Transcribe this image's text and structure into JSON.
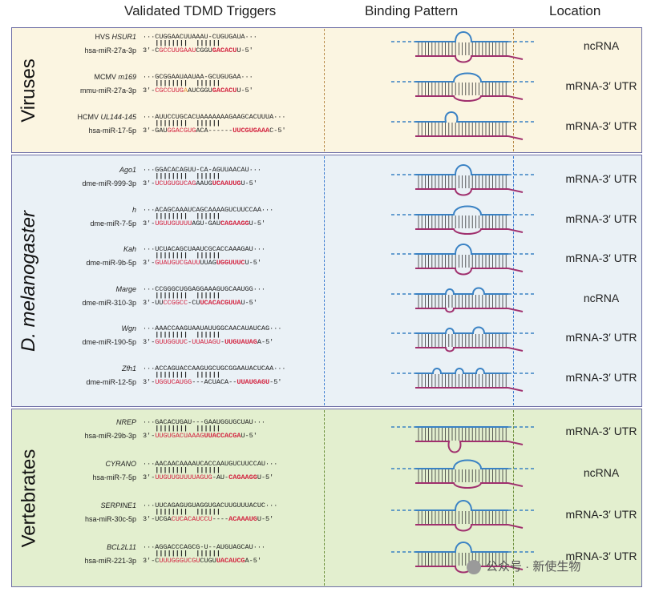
{
  "headers": {
    "triggers": "Validated TDMD Triggers",
    "pattern": "Binding Pattern",
    "location": "Location"
  },
  "groups": [
    {
      "name": "Viruses",
      "rows": [
        {
          "host": "HVS",
          "gene": "HSUR1",
          "top": "···CUGGAACUUAAAU-CUGUGAUA···",
          "mir": "hsa-miR-27a-3p",
          "bot": [
            [
              "3'-C",
              ""
            ],
            [
              "GCCUUGAAU",
              "r"
            ],
            [
              "CGGU",
              ""
            ],
            [
              "GACACU",
              "rb"
            ],
            [
              "U-5'",
              ""
            ]
          ],
          "location": "ncRNA",
          "pattern": "bulge"
        },
        {
          "host": "MCMV",
          "gene": "m169",
          "top": "···GCGGAAUAAUAA-GCUGUGAA···",
          "mir": "mmu-miR-27a-3p",
          "bot": [
            [
              "3'-",
              ""
            ],
            [
              "CGCCUUG",
              "r"
            ],
            [
              "A",
              "o"
            ],
            [
              "AUCGGU",
              ""
            ],
            [
              "GACACU",
              "rb"
            ],
            [
              "U-5'",
              ""
            ]
          ],
          "location": "mRNA-3′ UTR",
          "pattern": "loop"
        },
        {
          "host": "HCMV",
          "gene": "UL144-145",
          "top": "···AUUCCUGCACUAAAAAAAGAAGCACUUUA···",
          "mir": "hsa-miR-17-5p",
          "bot": [
            [
              "3'-GAU",
              ""
            ],
            [
              "GGACGUG",
              "r"
            ],
            [
              "ACA------",
              ""
            ],
            [
              "UUCGUGAAA",
              "rb"
            ],
            [
              "C-5'",
              ""
            ]
          ],
          "location": "mRNA-3′ UTR",
          "pattern": "smallloop"
        }
      ]
    },
    {
      "name": "D. melanogaster",
      "rows": [
        {
          "host": "",
          "gene": "Ago1",
          "top": "···GGACACAGUU-CA-AGUUAACAU···",
          "mir": "dme-miR-999-3p",
          "bot": [
            [
              "3'-",
              ""
            ],
            [
              "UCUGUGUCAG",
              "r"
            ],
            [
              "AAUG",
              ""
            ],
            [
              "UCAAUUG",
              "rb"
            ],
            [
              "U-5'",
              ""
            ]
          ],
          "location": "mRNA-3′ UTR",
          "pattern": "bulge"
        },
        {
          "host": "",
          "gene": "h",
          "top": "···ACAGCAAAUCAGCAAAAGUCUUCCAA···",
          "mir": "dme-miR-7-5p",
          "bot": [
            [
              "3'-",
              ""
            ],
            [
              "UGUUGUUUU",
              "r"
            ],
            [
              "AGU-GAU",
              ""
            ],
            [
              "CAGAAGG",
              "rb"
            ],
            [
              "U-5'",
              ""
            ]
          ],
          "location": "mRNA-3′ UTR",
          "pattern": "loop"
        },
        {
          "host": "",
          "gene": "Kah",
          "top": "···UCUACAGCUAAUCGCACCAAAGAU···",
          "mir": "dme-miR-9b-5p",
          "bot": [
            [
              "3'-",
              ""
            ],
            [
              "GUAUGUCGAUU",
              "r"
            ],
            [
              "UUAG",
              ""
            ],
            [
              "UGGUUUC",
              "rb"
            ],
            [
              "U-5'",
              ""
            ]
          ],
          "location": "mRNA-3′ UTR",
          "pattern": "bulge"
        },
        {
          "host": "",
          "gene": "Marge",
          "top": "···CCGGGCUGGAGGAAAGUGCAAUGG···",
          "mir": "dme-miR-310-3p",
          "bot": [
            [
              "3'-UU",
              ""
            ],
            [
              "CCGGCC",
              "r"
            ],
            [
              "-CU",
              ""
            ],
            [
              "UCACACGUUA",
              "rb"
            ],
            [
              "U-5'",
              ""
            ]
          ],
          "location": "ncRNA",
          "pattern": "double"
        },
        {
          "host": "",
          "gene": "Wgn",
          "top": "···AAACCAAGUAAUAUUGGCAACAUAUCAG···",
          "mir": "dme-miR-190-5p",
          "bot": [
            [
              "3'-",
              ""
            ],
            [
              "GUUGGUUC",
              "r"
            ],
            [
              "-",
              ""
            ],
            [
              "UUAUAGU",
              "r"
            ],
            [
              "-",
              ""
            ],
            [
              "UUGUAUAG",
              "rb"
            ],
            [
              "A-5'",
              ""
            ]
          ],
          "location": "mRNA-3′ UTR",
          "pattern": "double"
        },
        {
          "host": "",
          "gene": "Zfh1",
          "top": "···ACCAGUACCAAGUGCUGCGGAAUACUCAA···",
          "mir": "dme-miR-12-5p",
          "bot": [
            [
              "3'-",
              ""
            ],
            [
              "UGGUCAUGG",
              "r"
            ],
            [
              "---ACUACA--",
              ""
            ],
            [
              "UUAUGAGU",
              "rb"
            ],
            [
              "-5'",
              ""
            ]
          ],
          "location": "mRNA-3′ UTR",
          "pattern": "triple"
        }
      ]
    },
    {
      "name": "Vertebrates",
      "rows": [
        {
          "host": "",
          "gene": "NREP",
          "top": "···GACACUGAU---GAAUGGUGCUAU···",
          "mir": "hsa-miR-29b-3p",
          "bot": [
            [
              "3'-",
              ""
            ],
            [
              "UUGUGACUAAAG",
              "r"
            ],
            [
              "UUACCACGA",
              "rb"
            ],
            [
              "U-5'",
              ""
            ]
          ],
          "location": "mRNA-3′ UTR",
          "pattern": "bottomloop"
        },
        {
          "host": "",
          "gene": "CYRANO",
          "top": "···AACAACAAAAUCACCAAUGUCUUCCAU···",
          "mir": "hsa-miR-7-5p",
          "bot": [
            [
              "3'-",
              ""
            ],
            [
              "UUGUUGUUUUAGUG",
              "r"
            ],
            [
              "-AU-",
              ""
            ],
            [
              "CAGAAGG",
              "rb"
            ],
            [
              "U-5'",
              ""
            ]
          ],
          "location": "ncRNA",
          "pattern": "loop"
        },
        {
          "host": "",
          "gene": "SERPINE1",
          "top": "···UUCAGAGUGUAGGUGACUUGUUUACUC···",
          "mir": "hsa-miR-30c-5p",
          "bot": [
            [
              "3'-UCGA",
              ""
            ],
            [
              "CUCACAUCCU",
              "r"
            ],
            [
              "----",
              ""
            ],
            [
              "ACAAAUG",
              "rb"
            ],
            [
              "U-5'",
              ""
            ]
          ],
          "location": "mRNA-3′ UTR",
          "pattern": "bulge"
        },
        {
          "host": "",
          "gene": "BCL2L11",
          "top": "···AGGACCCAGCG-U--AUGUAGCAU···",
          "mir": "hsa-miR-221-3p",
          "bot": [
            [
              "3'-C",
              ""
            ],
            [
              "UUUGGGUCGU",
              "r"
            ],
            [
              "CUGU",
              ""
            ],
            [
              "UACAUCG",
              "rb"
            ],
            [
              "A-5'",
              ""
            ]
          ],
          "location": "mRNA-3′ UTR",
          "pattern": "bulge"
        }
      ]
    }
  ],
  "watermark": "公众号 · 新使生物",
  "colors": {
    "virus_bg": "#fbf5e1",
    "droso_bg": "#eaf1f6",
    "vert_bg": "#e3efcf",
    "target_strand": "#3a82c4",
    "mirna_strand": "#a0306e",
    "seed_red": "#d21f3c"
  }
}
